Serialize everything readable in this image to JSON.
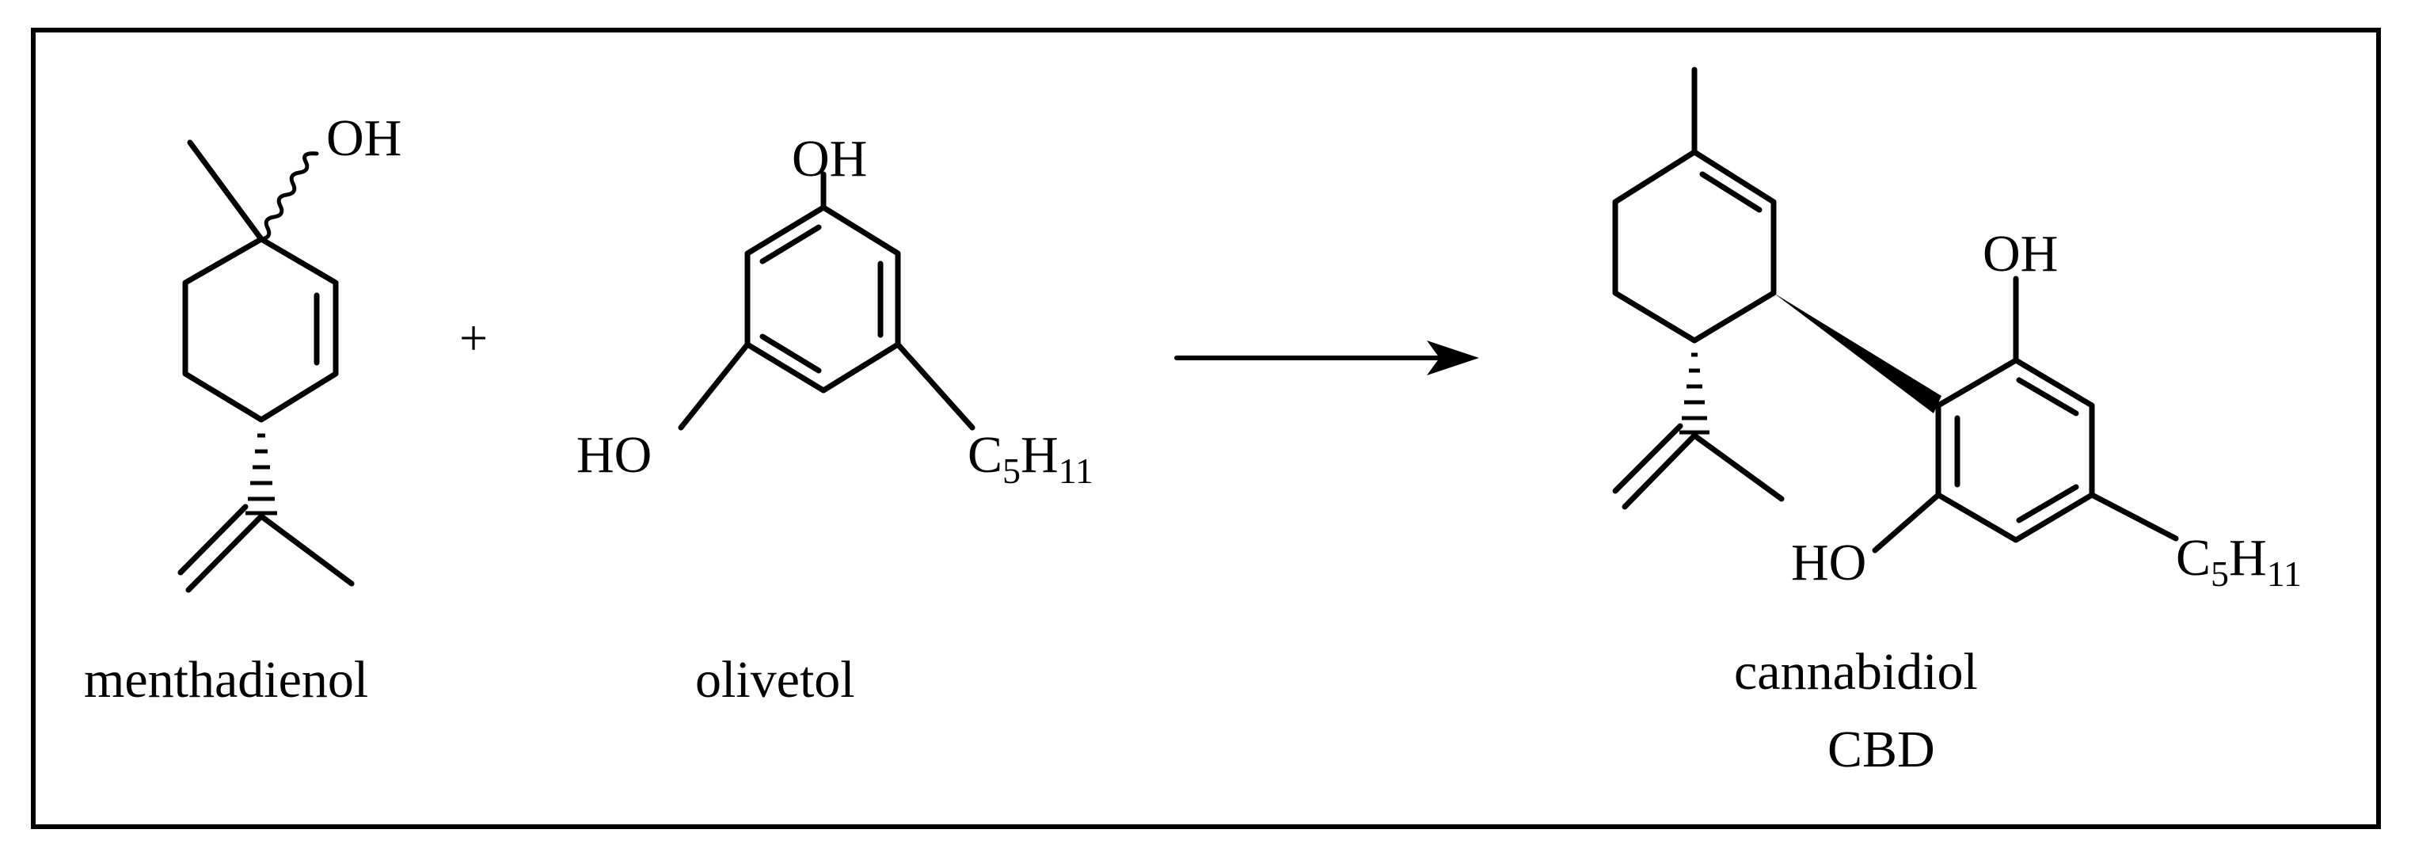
{
  "scheme": {
    "plus_sign": "+",
    "reactant_1": {
      "name": "menthadienol",
      "labels": {
        "hydroxyl": "OH"
      }
    },
    "reactant_2": {
      "name": "olivetol",
      "labels": {
        "top_hydroxyl": "OH",
        "left_hydroxyl": "HO",
        "alkyl_main": "C",
        "alkyl_sub_1": "5",
        "alkyl_h": "H",
        "alkyl_sub_2": "11"
      }
    },
    "product": {
      "name": "cannabidiol",
      "abbreviation": "CBD",
      "labels": {
        "top_hydroxyl": "OH",
        "left_hydroxyl": "HO",
        "alkyl_main": "C",
        "alkyl_sub_1": "5",
        "alkyl_h": "H",
        "alkyl_sub_2": "11"
      }
    }
  }
}
